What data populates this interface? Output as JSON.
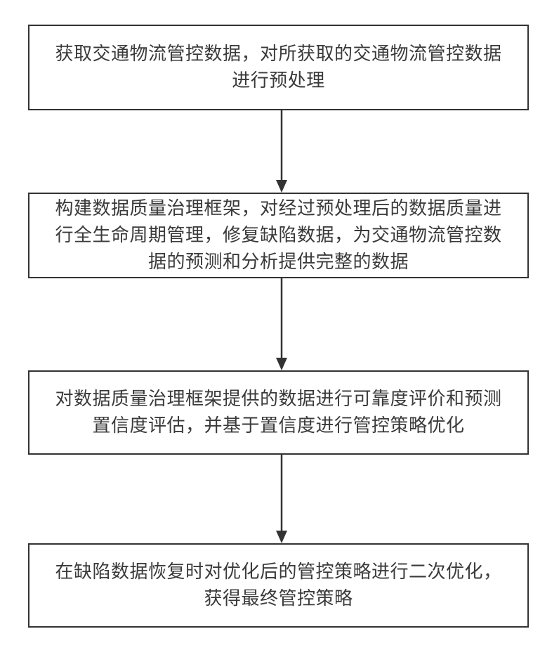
{
  "flowchart": {
    "steps": [
      {
        "text": "获取交通物流管控数据，对所获取的交通物流管控数据进行预处理"
      },
      {
        "text": "构建数据质量治理框架，对经过预处理后的数据质量进行全生命周期管理，修复缺陷数据，为交通物流管控数据的预测和分析提供完整的数据"
      },
      {
        "text": "对数据质量治理框架提供的数据进行可靠度评价和预测置信度评估，并基于置信度进行管控策略优化"
      },
      {
        "text": "在缺陷数据恢复时对优化后的管控策略进行二次优化，获得最终管控策略"
      }
    ]
  }
}
